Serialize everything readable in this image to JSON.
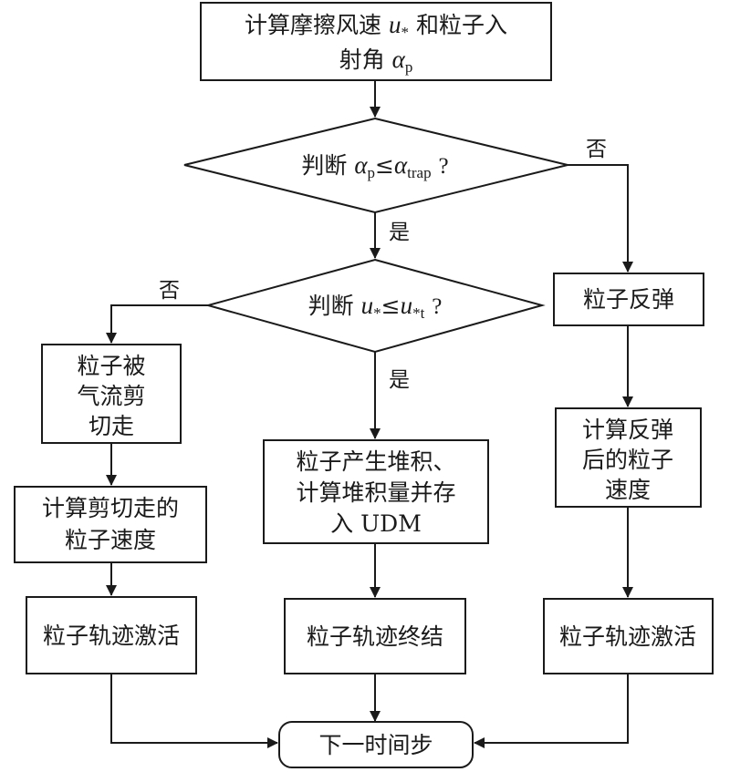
{
  "nodes": {
    "start": {
      "line1": "计算摩擦风速",
      "var_u": "u",
      "star": "*",
      "line1_b": "和粒子入",
      "line2": "射角",
      "var_alpha": "α",
      "sub_p": "p"
    },
    "decision1": {
      "text": "判断",
      "alpha1": "α",
      "sub1": "p",
      "leq": "≤",
      "alpha2": "α",
      "sub2": "trap",
      "q": "?"
    },
    "decision2": {
      "text": "判断",
      "u1": "u",
      "star1": "*",
      "leq": "≤",
      "u2": "u",
      "sub2": "*t",
      "q": "?"
    },
    "sheared": {
      "lines": [
        "粒子被",
        "气流剪",
        "切走"
      ]
    },
    "calc_sheared": {
      "lines": [
        "计算剪切走的",
        "粒子速度"
      ]
    },
    "activate_left": {
      "text": "粒子轨迹激活"
    },
    "deposit": {
      "lines": [
        "粒子产生堆积、",
        "计算堆积量并存",
        "入 UDM"
      ]
    },
    "terminate": {
      "text": "粒子轨迹终结"
    },
    "rebound": {
      "text": "粒子反弹"
    },
    "calc_rebound": {
      "lines": [
        "计算反弹",
        "后的粒子",
        "速度"
      ]
    },
    "activate_right": {
      "text": "粒子轨迹激活"
    },
    "next": {
      "text": "下一时间步"
    }
  },
  "edge_labels": {
    "d1_no": "否",
    "d1_yes": "是",
    "d2_no": "否",
    "d2_yes": "是"
  }
}
